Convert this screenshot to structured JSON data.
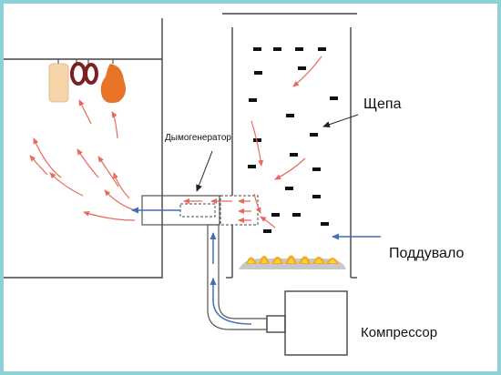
{
  "labels": {
    "smoke_generator": "Дымогенератор",
    "chips": "Щепа",
    "air_intake": "Поддувало",
    "compressor": "Компрессор"
  },
  "colors": {
    "frame_border": "#8fd0d8",
    "line": "#444444",
    "smoke_arrow": "#e86a5a",
    "air_arrow": "#3f6fb8",
    "flame_outer": "#f5a623",
    "flame_inner": "#ffd43b",
    "ash": "#c8c8c8",
    "chip": "#111111",
    "product_cheese": "#f6d5a8",
    "product_sausage": "#7a1f22",
    "product_meat": "#e8742a"
  },
  "icons": [
    "chip-icon",
    "flame-icon",
    "hook-icon",
    "cheese-icon",
    "sausage-icon",
    "meat-icon"
  ]
}
